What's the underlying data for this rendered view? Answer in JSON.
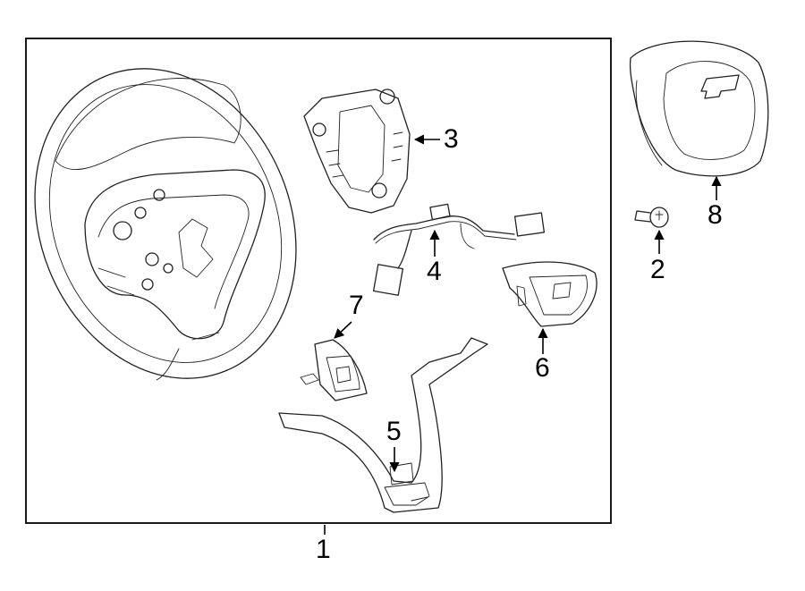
{
  "callouts": {
    "c1": "1",
    "c2": "2",
    "c3": "3",
    "c4": "4",
    "c5": "5",
    "c6": "6",
    "c7": "7",
    "c8": "8"
  },
  "parts": [
    {
      "callout": "1",
      "icon": "steering-wheel-icon"
    },
    {
      "callout": "2",
      "icon": "screw-icon"
    },
    {
      "callout": "3",
      "icon": "switch-bezel-icon"
    },
    {
      "callout": "4",
      "icon": "wire-harness-icon"
    },
    {
      "callout": "5",
      "icon": "lower-trim-cover-icon"
    },
    {
      "callout": "6",
      "icon": "right-switch-icon"
    },
    {
      "callout": "7",
      "icon": "left-switch-icon"
    },
    {
      "callout": "8",
      "icon": "airbag-module-icon"
    }
  ]
}
